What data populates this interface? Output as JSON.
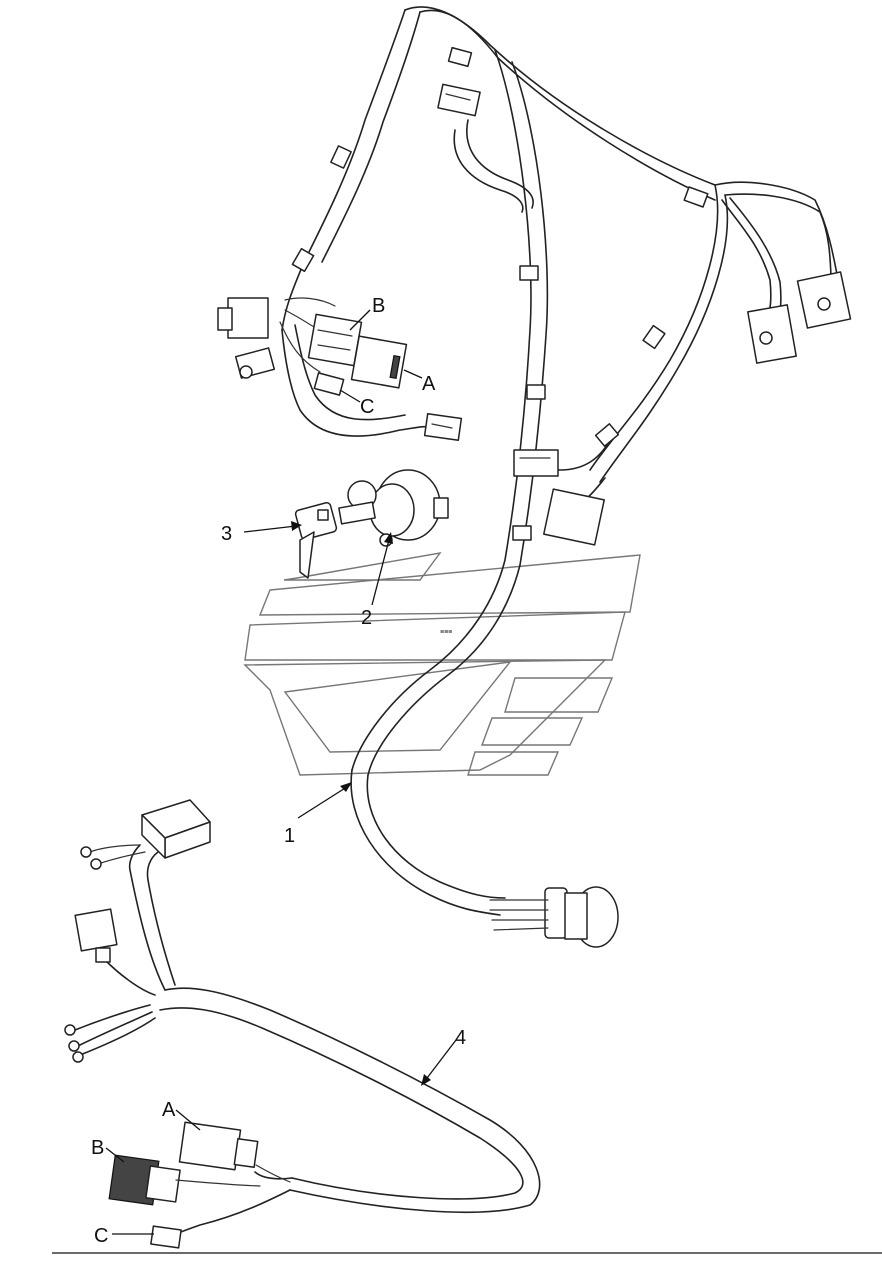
{
  "diagram": {
    "callouts": [
      {
        "id": "callout-1",
        "text": "1"
      },
      {
        "id": "callout-2",
        "text": "2"
      },
      {
        "id": "callout-3",
        "text": "3"
      },
      {
        "id": "callout-4",
        "text": "4"
      }
    ],
    "connector_labels": {
      "upper": {
        "a": "A",
        "b": "B",
        "c": "C"
      },
      "lower": {
        "a": "A",
        "b": "B",
        "c": "C"
      }
    }
  }
}
